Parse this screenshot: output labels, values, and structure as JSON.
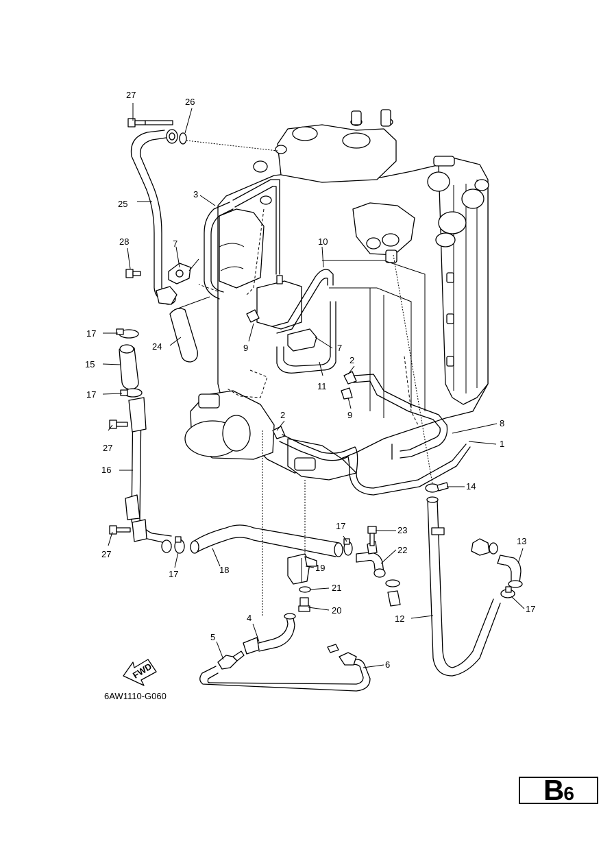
{
  "drawing_code": "6AW1110-G060",
  "page_badge": {
    "letter": "B",
    "number": "6"
  },
  "fwd_label": "FWD",
  "callouts": {
    "c1": "1",
    "c2a": "2",
    "c2b": "2",
    "c3": "3",
    "c4": "4",
    "c5": "5",
    "c6": "6",
    "c7a": "7",
    "c7b": "7",
    "c8": "8",
    "c9a": "9",
    "c9b": "9",
    "c10": "10",
    "c11": "11",
    "c12": "12",
    "c13": "13",
    "c14": "14",
    "c15": "15",
    "c16": "16",
    "c17a": "17",
    "c17b": "17",
    "c17c": "17",
    "c17d": "17",
    "c17e": "17",
    "c18": "18",
    "c19": "19",
    "c20": "20",
    "c21": "21",
    "c22": "22",
    "c23": "23",
    "c24": "24",
    "c25": "25",
    "c26": "26",
    "c27a": "27",
    "c27b": "27",
    "c27c": "27",
    "c28": "28"
  }
}
